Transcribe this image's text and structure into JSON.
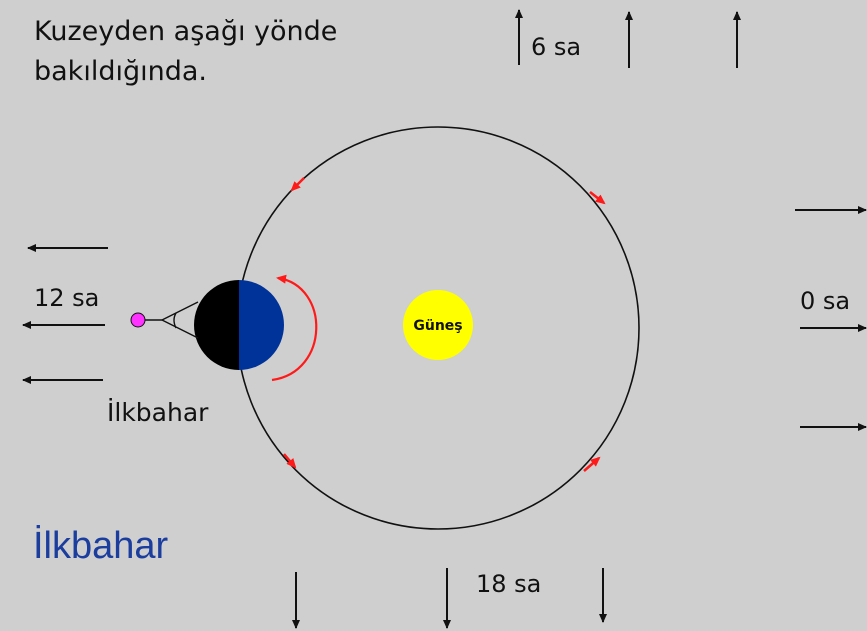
{
  "heading": {
    "line1": "Kuzeyden aşağı yönde",
    "line2": "bakıldığında."
  },
  "labels": {
    "six": "6 sa",
    "twelve": "12 sa",
    "zero": "0 sa",
    "eighteen": "18 sa",
    "observer": "İlkbahar",
    "sun": "Güneş"
  },
  "season": "İlkbahar",
  "colors": {
    "background": "#cfcfcf",
    "sun": "#ffff00",
    "earth_day": "#003399",
    "earth_night": "#000000",
    "orbit_arrows": "#ff1a1a",
    "season_text": "#1a3d9e",
    "observer": "#ff33ff"
  }
}
